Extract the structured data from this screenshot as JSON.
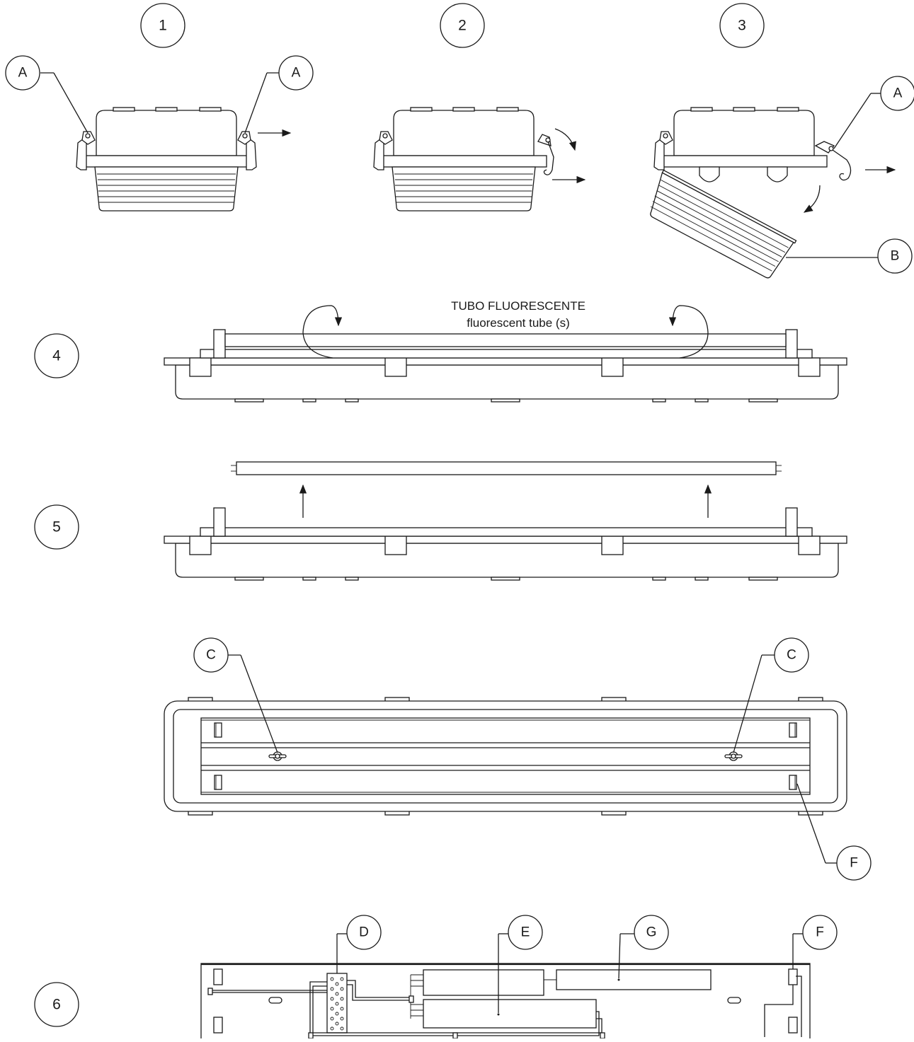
{
  "steps": [
    "1",
    "2",
    "3",
    "4",
    "5",
    "6"
  ],
  "callouts": {
    "a": "A",
    "b": "B",
    "c": "C",
    "d": "D",
    "e": "E",
    "f": "F",
    "g": "G"
  },
  "tube_caption": {
    "line1": "TUBO FLUORESCENTE",
    "line2": "fluorescent tube (s)"
  }
}
